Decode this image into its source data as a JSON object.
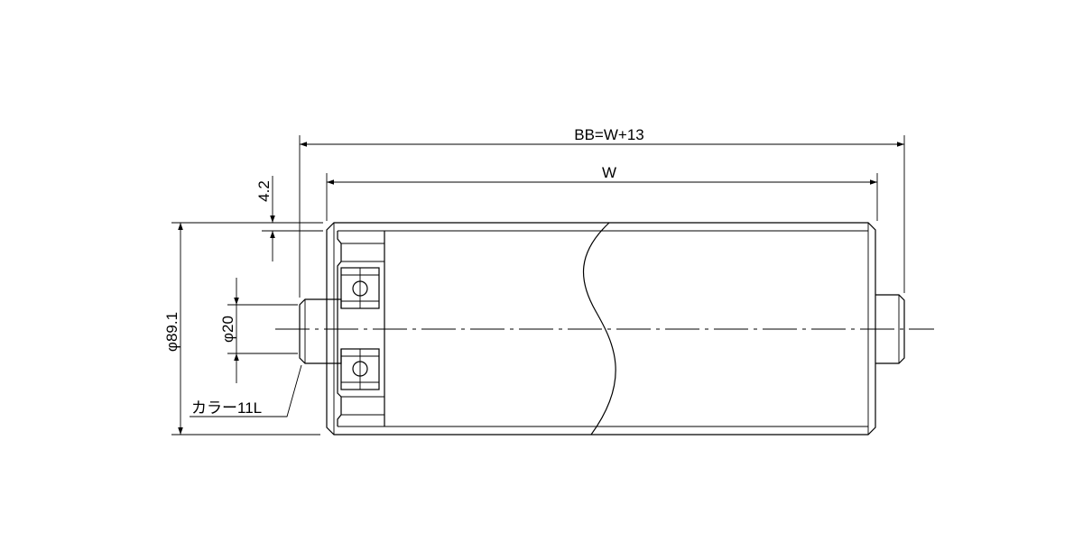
{
  "dimensions": {
    "overall_length": "BB=W+13",
    "roller_width": "W",
    "offset": "4.2",
    "tube_diameter": "φ89.1",
    "shaft_diameter": "φ20",
    "collar": "カラー11L"
  },
  "colors": {
    "line": "#000000",
    "background": "#ffffff"
  }
}
